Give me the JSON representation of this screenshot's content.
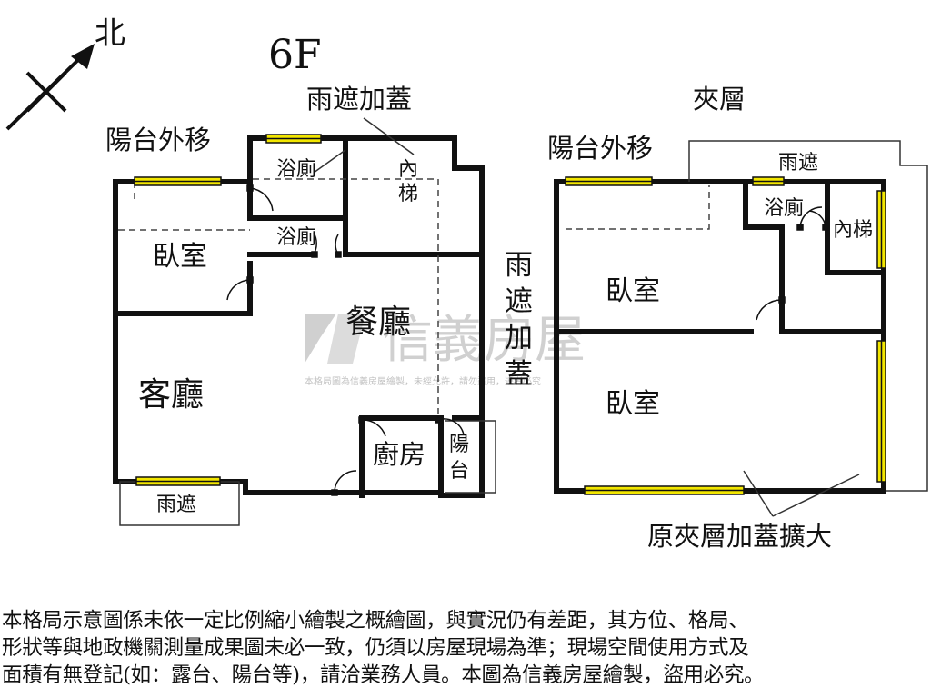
{
  "north_label": "北",
  "floor_6f": {
    "title": "6F",
    "balcony_move_label": "陽台外移",
    "canopy_addition_top": "雨遮加蓋",
    "bath_upper": "浴廁",
    "stairs_line1": "內",
    "stairs_line2": "梯",
    "bath_lower": "浴廁",
    "bedroom": "臥室",
    "dining": "餐廳",
    "living": "客廳",
    "kitchen": "廚房",
    "balcony_line1": "陽",
    "balcony_line2": "台",
    "canopy_bottom": "雨遮",
    "canopy_addition_side": [
      "雨",
      "遮",
      "加",
      "蓋"
    ]
  },
  "mezzanine": {
    "title": "夾層",
    "balcony_move_label": "陽台外移",
    "canopy": "雨遮",
    "bath": "浴廁",
    "stairs": "內梯",
    "bedroom_upper": "臥室",
    "bedroom_lower": "臥室",
    "expansion_label": "原夾層加蓋擴大"
  },
  "watermark": {
    "brand": "信義房屋",
    "note": "本格局圖為信義房屋繪製，未經允許，請勿盜用，違者必究"
  },
  "disclaimer_lines": [
    "本格局示意圖係未依一定比例縮小繪製之概繪圖，與實況仍有差距，其方位、格局、",
    "形狀等與地政機關測量成果圖未必一致，仍須以房屋現場為準；現場空間使用方式及",
    "面積有無登記(如：露台、陽台等)，請洽業務人員。本圖為信義房屋繪製，盜用必究。"
  ],
  "colors": {
    "wall": "#111111",
    "window": "#f2e600",
    "watermark": "#c8c8c8"
  }
}
